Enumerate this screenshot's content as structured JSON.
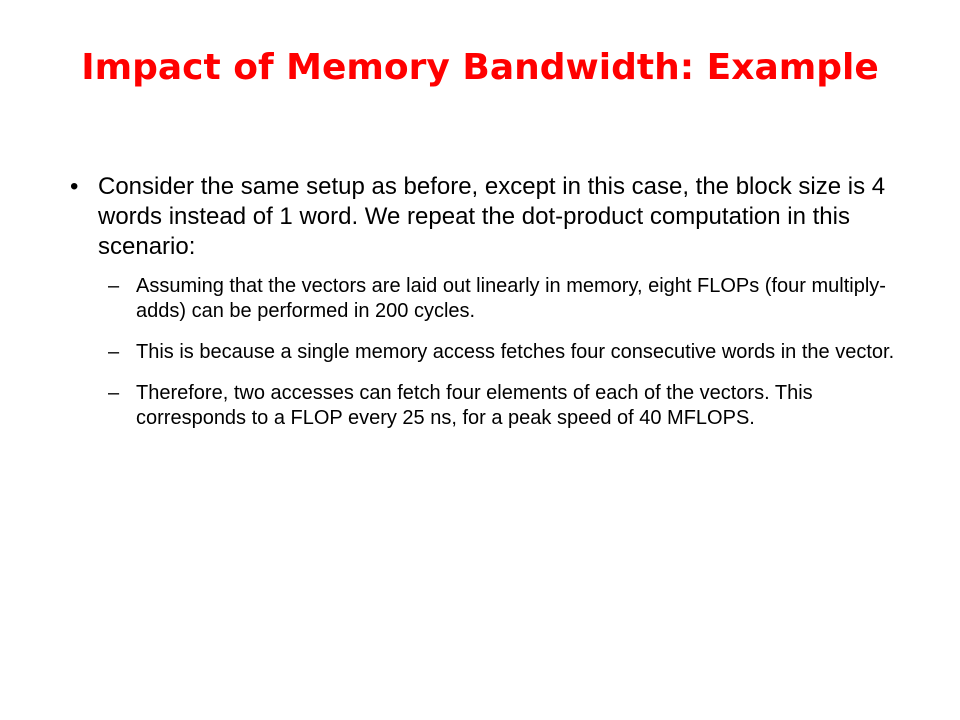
{
  "slide": {
    "title": "Impact of Memory Bandwidth: Example",
    "bullet_marker": "•",
    "sub_marker": "–",
    "bullets": [
      {
        "text": "Consider the same setup as before, except in this case, the block size is 4 words instead of 1 word. We repeat the dot-product computation in this scenario:",
        "subitems": [
          "Assuming that the vectors are laid out linearly in memory, eight FLOPs (four multiply-adds) can be performed in 200 cycles.",
          "This is because a single memory access fetches four consecutive words in the vector.",
          "Therefore, two accesses can fetch four elements of each of the vectors. This corresponds to a FLOP every 25 ns, for a peak speed of 40 MFLOPS."
        ]
      }
    ]
  },
  "colors": {
    "title": "#ff0000",
    "text": "#000000",
    "background": "#ffffff"
  }
}
